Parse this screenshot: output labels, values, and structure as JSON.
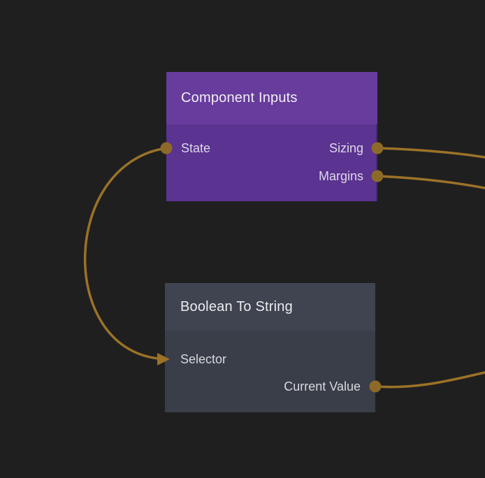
{
  "app": {
    "view": "node-graph-canvas"
  },
  "canvas": {
    "background_color": "#1f1f20",
    "wire_color": "#9b7227",
    "port_dot_color": "#8d6a28"
  },
  "nodes": [
    {
      "title": "Component Inputs",
      "header_color": "#673c9d",
      "body_color": "#5b3390",
      "left_ports": [
        {
          "label": "State",
          "connected": true
        }
      ],
      "right_ports": [
        {
          "label": "Sizing",
          "connected": true
        },
        {
          "label": "Margins",
          "connected": true
        }
      ]
    },
    {
      "title": "Boolean To String",
      "header_color": "#3f4450",
      "body_color": "#393e48",
      "left_ports": [
        {
          "label": "Selector",
          "connected": true
        }
      ],
      "right_ports": [
        {
          "label": "Current Value",
          "connected": true
        }
      ]
    }
  ],
  "connections": [
    {
      "from": "Component Inputs / State",
      "to": "Boolean To String / Selector",
      "style": "arrow-into-input"
    },
    {
      "from": "Component Inputs / Sizing",
      "to": "offscreen-right"
    },
    {
      "from": "Component Inputs / Margins",
      "to": "offscreen-right"
    },
    {
      "from": "Boolean To String / Current Value",
      "to": "offscreen-right"
    }
  ]
}
